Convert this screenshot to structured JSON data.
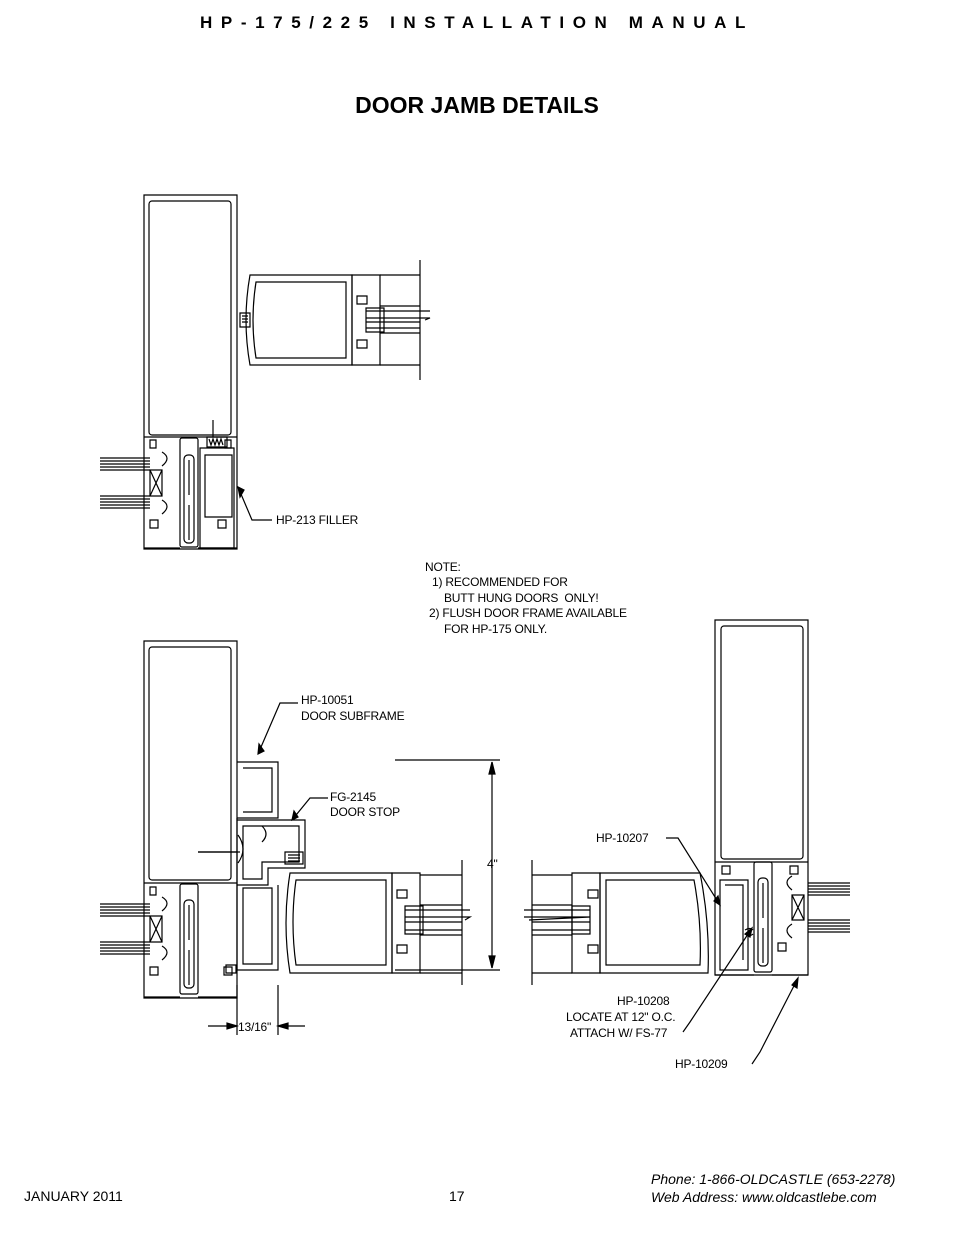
{
  "header": {
    "title": "HP-175/225 INSTALLATION MANUAL"
  },
  "page": {
    "title": "DOOR JAMB DETAILS"
  },
  "labels": {
    "filler": "HP-213 FILLER",
    "note_title": "NOTE:",
    "note_1a": "1) RECOMMENDED FOR",
    "note_1b": "BUTT HUNG DOORS  ONLY!",
    "note_2a": "2) FLUSH DOOR FRAME AVAILABLE",
    "note_2b": "FOR HP-175 ONLY.",
    "subframe_part": "HP-10051",
    "subframe_name": "DOOR SUBFRAME",
    "stop_part": "FG-2145",
    "stop_name": "DOOR STOP",
    "dim_height": "4\"",
    "dim_offset": "13/16\"",
    "part_10207": "HP-10207",
    "part_10208": "HP-10208",
    "part_10208_locate": "LOCATE AT 12\" O.C.",
    "part_10208_attach": "ATTACH W/ FS-77",
    "part_10209": "HP-10209"
  },
  "footer": {
    "date": "JANUARY 2011",
    "page_number": "17",
    "phone": "Phone: 1-866-OLDCASTLE (653-2278)",
    "web": "Web Address: www.oldcastlebe.com"
  }
}
